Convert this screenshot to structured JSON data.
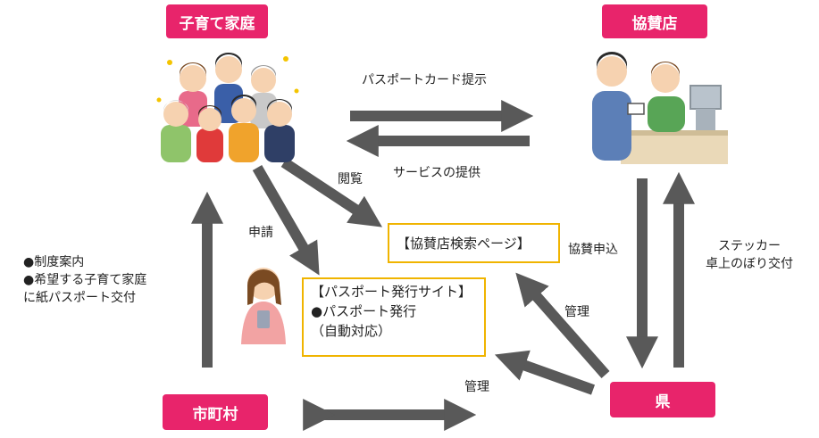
{
  "nodes": {
    "family": "子育て家庭",
    "sponsor": "協賛店",
    "municipality": "市町村",
    "prefecture": "県"
  },
  "boxes": {
    "search": "【協賛店検索ページ】",
    "issue_title": "【パスポート発行サイト】",
    "issue_line1": "●パスポート発行",
    "issue_line2": "（自動対応）"
  },
  "labels": {
    "show_card": "パスポートカード提示",
    "provide_service": "サービスの提供",
    "browse": "閲覧",
    "apply": "申請",
    "sponsor_apply": "協賛申込",
    "sticker_line1": "ステッカー",
    "sticker_line2": "卓上のぼり交付",
    "manage_right": "管理",
    "manage_bottom": "管理",
    "muni_line1": "●制度案内",
    "muni_line2": "●希望する子育て家庭",
    "muni_line3": "に紙パスポート交付"
  },
  "colors": {
    "node_pink": "#e8246b",
    "box_border": "#f0b400",
    "arrow_gray": "#595959"
  }
}
